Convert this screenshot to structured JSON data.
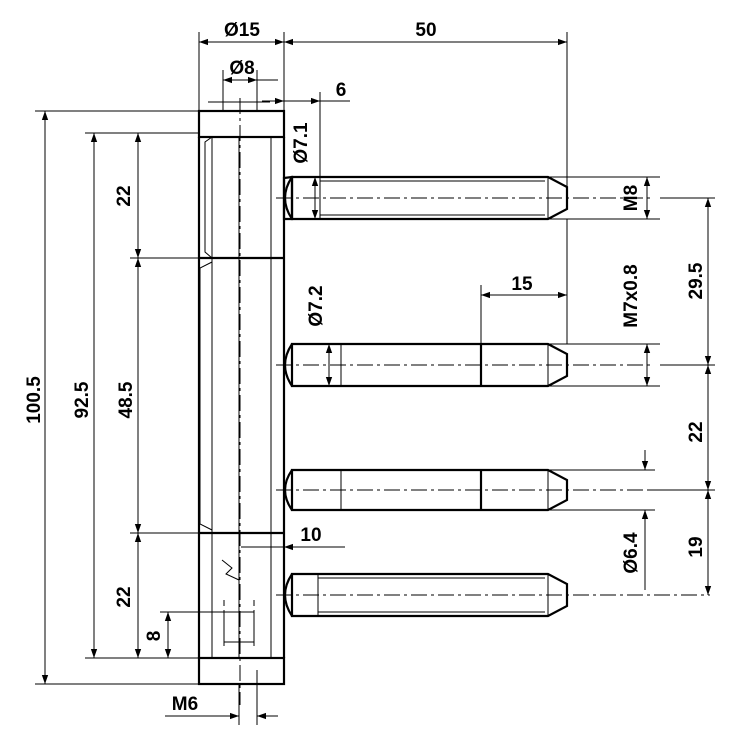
{
  "drawing": {
    "dimensions": {
      "d15": "Ø15",
      "len50": "50",
      "d8": "Ø8",
      "d6": "6",
      "d71": "Ø7.1",
      "m8": "M8",
      "len22_top": "22",
      "d295": "29.5",
      "m7": "M7x0.8",
      "len15": "15",
      "d72": "Ø7.2",
      "h1005": "100.5",
      "h925": "92.5",
      "h485": "48.5",
      "right22": "22",
      "len10": "10",
      "d64": "Ø6.4",
      "d19": "19",
      "len22_bottom": "22",
      "len8": "8",
      "m6": "M6"
    }
  }
}
